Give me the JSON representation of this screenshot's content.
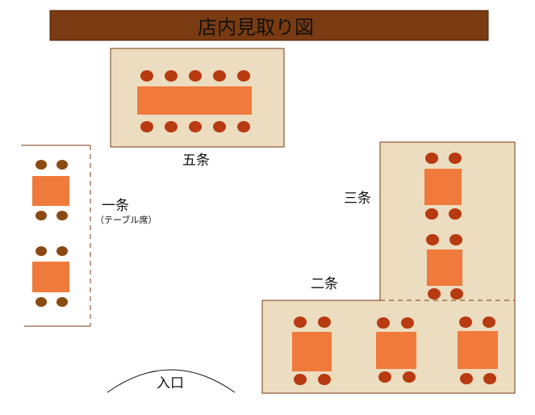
{
  "title": "店内見取り図",
  "rooms": {
    "go": {
      "name": "五条"
    },
    "ichi": {
      "name": "一条",
      "note": "（テーブル席）"
    },
    "san": {
      "name": "三条"
    },
    "ni": {
      "name": "二条"
    }
  },
  "entrance": "入口",
  "colors": {
    "title_bar": "#7a3b12",
    "floor": "#ecdcc0",
    "table": "#f07a3c",
    "chair_red": "#b83a10",
    "chair_brown": "#8a4a12",
    "border": "#7a3b12"
  }
}
